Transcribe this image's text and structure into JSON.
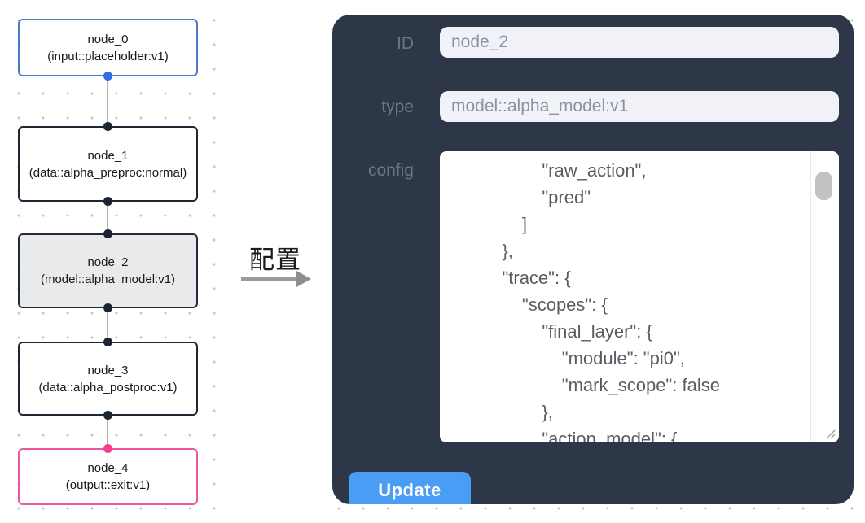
{
  "flow": {
    "nodes": [
      {
        "name": "node_0",
        "type": "(input::placeholder:v1)",
        "kind": "input",
        "selected": false
      },
      {
        "name": "node_1",
        "type": "(data::alpha_preproc:normal)",
        "kind": "data",
        "selected": false
      },
      {
        "name": "node_2",
        "type": "(model::alpha_model:v1)",
        "kind": "model",
        "selected": true
      },
      {
        "name": "node_3",
        "type": "(data::alpha_postproc:v1)",
        "kind": "data",
        "selected": false
      },
      {
        "name": "node_4",
        "type": "(output::exit:v1)",
        "kind": "output",
        "selected": false
      }
    ]
  },
  "pointer": {
    "label": "配置"
  },
  "panel": {
    "fields": [
      {
        "label": "ID",
        "value": "node_2"
      },
      {
        "label": "type",
        "value": "model::alpha_model:v1"
      }
    ],
    "config_label": "config",
    "config_text": "            \"raw_action\",\n            \"pred\"\n        ]\n    },\n    \"trace\": {\n        \"scopes\": {\n            \"final_layer\": {\n                \"module\": \"pi0\",\n                \"mark_scope\": false\n            },\n            \"action_model\": {",
    "update_label": "Update"
  },
  "colors": {
    "panel_bg": "#2e3748",
    "accent_blue": "#4a9df5",
    "node_input_border": "#4f79c4",
    "node_default_border": "#1f2735",
    "node_output_border": "#e9599b",
    "node_selected_bg": "#e9eaeb",
    "port_blue": "#2f6fe4",
    "port_dark": "#1b2431",
    "port_pink": "#f2408e",
    "field_bg": "#f0f2f7",
    "label_text": "#6e7683"
  }
}
